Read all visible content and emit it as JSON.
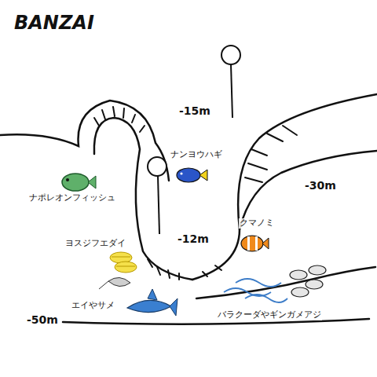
{
  "diagram": {
    "title": "BANZAI",
    "labels": [
      "-15m",
      "ナンヨウハギ",
      "ナポレオンフィッシュ",
      "-30m",
      "-12m",
      "クマノミ",
      "ヨスジフエダイ",
      "エイやサメ",
      "-50m",
      "バラクーダやギンガメアジ"
    ]
  }
}
